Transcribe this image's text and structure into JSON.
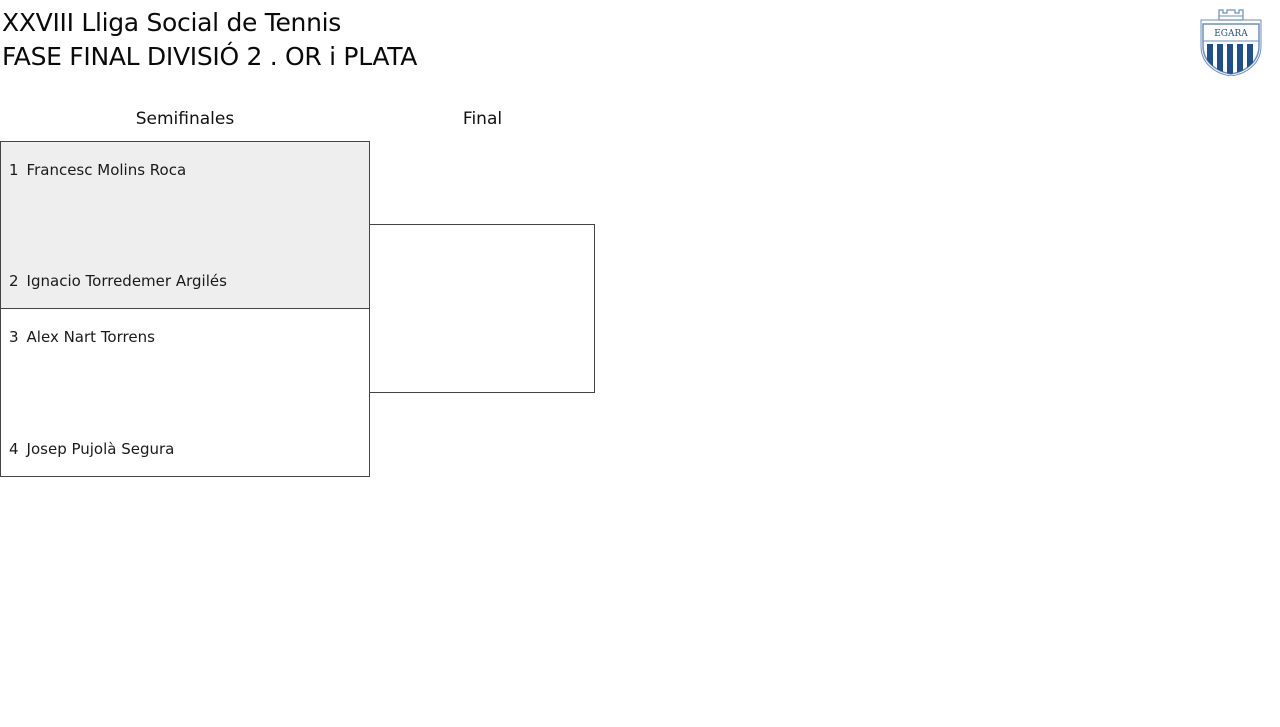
{
  "header": {
    "title_line1": "XXVIII Lliga Social de Tennis",
    "title_line2": "FASE FINAL DIVISIÓ 2 . OR i PLATA"
  },
  "logo": {
    "icon": "club-crest-icon",
    "text": "EGARA",
    "colors": {
      "primary": "#1f4f8f",
      "outline": "#6a8fc0"
    }
  },
  "bracket": {
    "rounds": [
      {
        "label": "Semifinales"
      },
      {
        "label": "Final"
      }
    ],
    "semifinals": [
      {
        "players": [
          {
            "seed": "1",
            "name": "Francesc Molins Roca"
          },
          {
            "seed": "2",
            "name": "Ignacio Torredemer Argilés"
          }
        ]
      },
      {
        "players": [
          {
            "seed": "3",
            "name": "Alex Nart Torrens"
          },
          {
            "seed": "4",
            "name": "Josep Pujolà Segura"
          }
        ]
      }
    ],
    "colors": {
      "highlight_bg": "#eeeeee",
      "border": "#444444"
    }
  }
}
